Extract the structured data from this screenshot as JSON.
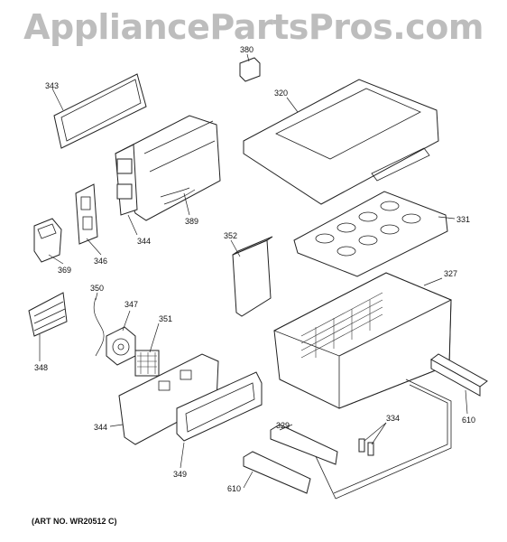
{
  "watermark": "AppliancePartsPros.com",
  "art_number": "(ART NO. WR20512 C)",
  "callouts": {
    "c343": "343",
    "c380": "380",
    "c320": "320",
    "c331": "331",
    "c389": "389",
    "c344a": "344",
    "c352": "352",
    "c346": "346",
    "c369": "369",
    "c327": "327",
    "c350": "350",
    "c347": "347",
    "c351": "351",
    "c348": "348",
    "c344b": "344",
    "c329": "329",
    "c334": "334",
    "c610a": "610",
    "c349": "349",
    "c610b": "610"
  }
}
